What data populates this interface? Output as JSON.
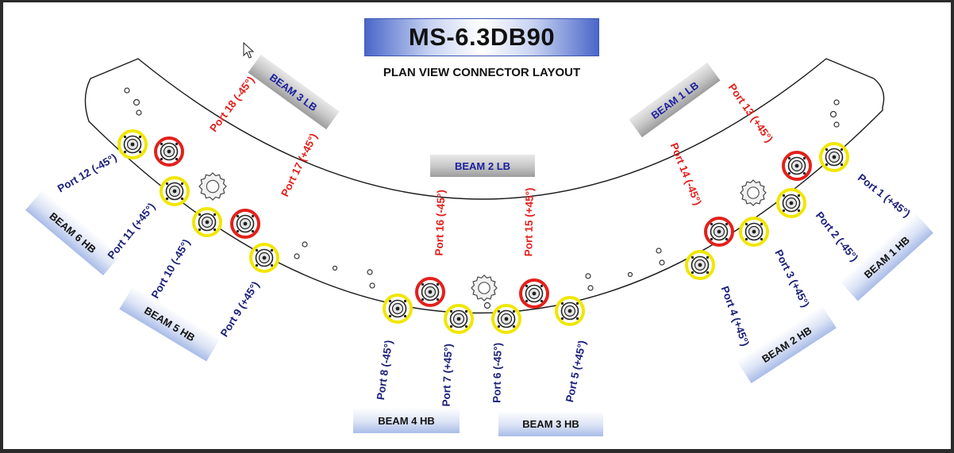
{
  "title": "MS-6.3DB90",
  "subtitle": "PLAN VIEW CONNECTOR LAYOUT",
  "colors": {
    "lb_text": "#1a1f9e",
    "hb_text": "#111111",
    "port_red": "#e3201b",
    "port_blue": "#1a1f7a",
    "ring_yellow": "#f1e600",
    "ring_red": "#e3201b"
  },
  "beams": [
    {
      "id": "beam3lb",
      "label": "BEAM 3 LB",
      "style": "lb"
    },
    {
      "id": "beam1lb",
      "label": "BEAM 1 LB",
      "style": "lb"
    },
    {
      "id": "beam2lb",
      "label": "BEAM 2 LB",
      "style": "lb"
    },
    {
      "id": "beam6hb",
      "label": "BEAM 6 HB",
      "style": "hb"
    },
    {
      "id": "beam5hb",
      "label": "BEAM 5 HB",
      "style": "hb"
    },
    {
      "id": "beam4hb",
      "label": "BEAM 4 HB",
      "style": "hb"
    },
    {
      "id": "beam3hb",
      "label": "BEAM 3 HB",
      "style": "hb"
    },
    {
      "id": "beam2hb",
      "label": "BEAM 2 HB",
      "style": "hb"
    },
    {
      "id": "beam1hb",
      "label": "BEAM 1 HB",
      "style": "hb"
    }
  ],
  "ports": [
    {
      "id": "p18",
      "label": "Port 18 (-45°)",
      "color": "red"
    },
    {
      "id": "p17",
      "label": "Port 17 (+45°)",
      "color": "red"
    },
    {
      "id": "p16",
      "label": "Port 16 (-45°)",
      "color": "red"
    },
    {
      "id": "p15",
      "label": "Port 15 (+45°)",
      "color": "red"
    },
    {
      "id": "p14",
      "label": "Port 14 (-45°)",
      "color": "red"
    },
    {
      "id": "p13",
      "label": "Port 13 (+45°)",
      "color": "red"
    },
    {
      "id": "p12",
      "label": "Port 12 (-45°)",
      "color": "blue"
    },
    {
      "id": "p11",
      "label": "Port 11 (+45°)",
      "color": "blue"
    },
    {
      "id": "p10",
      "label": "Port 10 (-45°)",
      "color": "blue"
    },
    {
      "id": "p9",
      "label": "Port 9 (+45°)",
      "color": "blue"
    },
    {
      "id": "p8",
      "label": "Port 8 (-45°)",
      "color": "blue"
    },
    {
      "id": "p7",
      "label": "Port 7 (+45°)",
      "color": "blue"
    },
    {
      "id": "p6",
      "label": "Port 6 (-45°)",
      "color": "blue"
    },
    {
      "id": "p5",
      "label": "Port 5 (+45°)",
      "color": "blue"
    },
    {
      "id": "p4",
      "label": "Port 4 (+45°)",
      "color": "blue"
    },
    {
      "id": "p3",
      "label": "Port 3 (+45°)",
      "color": "blue"
    },
    {
      "id": "p2",
      "label": "Port 2 (-45°)",
      "color": "blue"
    },
    {
      "id": "p1",
      "label": "Port 1 (+45°)",
      "color": "blue"
    }
  ],
  "connectors": [
    {
      "ring": "yellow"
    },
    {
      "ring": "red"
    },
    {
      "ring": "yellow"
    },
    {
      "ring": "yellow"
    },
    {
      "ring": "red"
    },
    {
      "ring": "yellow"
    },
    {
      "ring": "yellow"
    },
    {
      "ring": "red"
    },
    {
      "ring": "yellow"
    },
    {
      "ring": "yellow"
    },
    {
      "ring": "red"
    },
    {
      "ring": "yellow"
    },
    {
      "ring": "yellow"
    },
    {
      "ring": "red"
    },
    {
      "ring": "yellow"
    },
    {
      "ring": "yellow"
    },
    {
      "ring": "red"
    },
    {
      "ring": "yellow"
    }
  ]
}
